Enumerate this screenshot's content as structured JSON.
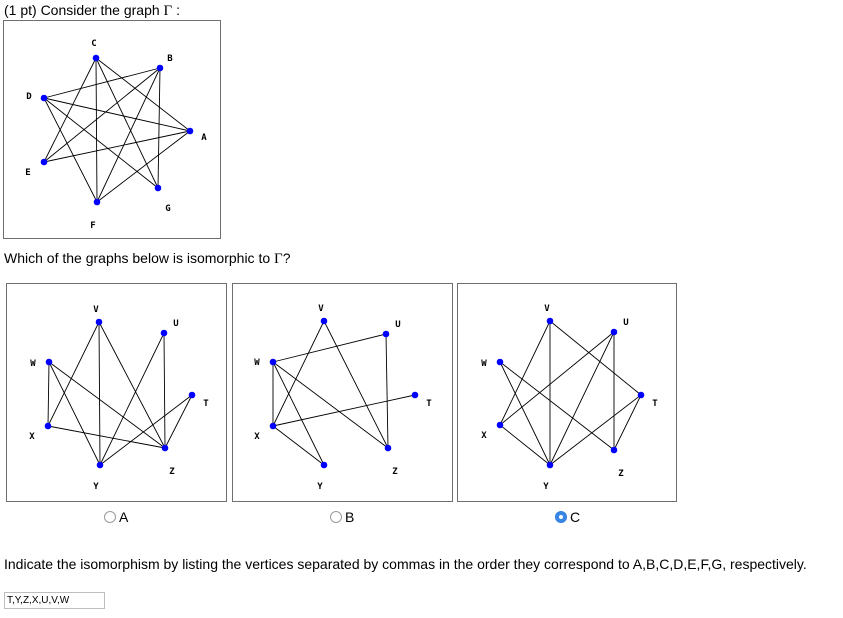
{
  "question": {
    "prefix": "(1 pt) Consider the graph",
    "gamma": "Γ",
    "suffix": " :",
    "which_prefix": "Which of the graphs below is isomorphic to",
    "which_gamma": "Γ",
    "which_suffix": "?",
    "instruction": "Indicate the isomorphism by listing the vertices separated by commas in the order they correspond to A,B,C,D,E,F,G, respectively."
  },
  "colors": {
    "vertex": "#0000ff",
    "edge": "#000000",
    "border": "#6f6f6f",
    "radio_checked": "#3a86e6"
  },
  "graphs": [
    {
      "id": "gamma",
      "vertices": [
        "A",
        "B",
        "C",
        "D",
        "E",
        "F",
        "G"
      ],
      "edges": [
        [
          "D",
          "B"
        ],
        [
          "D",
          "A"
        ],
        [
          "D",
          "F"
        ],
        [
          "D",
          "G"
        ],
        [
          "C",
          "F"
        ],
        [
          "C",
          "G"
        ],
        [
          "B",
          "E"
        ],
        [
          "B",
          "F"
        ],
        [
          "A",
          "E"
        ],
        [
          "A",
          "F"
        ],
        [
          "B",
          "G"
        ],
        [
          "A",
          "C"
        ],
        [
          "E",
          "C"
        ]
      ]
    },
    {
      "id": "option-a",
      "vertices": [
        "T",
        "U",
        "V",
        "W",
        "X",
        "Y",
        "Z"
      ],
      "edges": [
        [
          "T",
          "Y"
        ],
        [
          "T",
          "Z"
        ],
        [
          "V",
          "Y"
        ],
        [
          "V",
          "Z"
        ],
        [
          "U",
          "Y"
        ],
        [
          "U",
          "Z"
        ],
        [
          "W",
          "Y"
        ],
        [
          "W",
          "X"
        ],
        [
          "W",
          "Z"
        ],
        [
          "V",
          "X"
        ],
        [
          "X",
          "Z"
        ]
      ]
    },
    {
      "id": "option-b",
      "vertices": [
        "T",
        "U",
        "V",
        "W",
        "X",
        "Y",
        "Z"
      ],
      "edges": [
        [
          "W",
          "U"
        ],
        [
          "W",
          "Y"
        ],
        [
          "W",
          "X"
        ],
        [
          "W",
          "Z"
        ],
        [
          "V",
          "X"
        ],
        [
          "V",
          "Z"
        ],
        [
          "U",
          "Z"
        ],
        [
          "T",
          "X"
        ],
        [
          "X",
          "Y"
        ]
      ]
    },
    {
      "id": "option-c",
      "vertices": [
        "T",
        "U",
        "V",
        "W",
        "X",
        "Y",
        "Z"
      ],
      "edges": [
        [
          "V",
          "T"
        ],
        [
          "V",
          "X"
        ],
        [
          "V",
          "Y"
        ],
        [
          "U",
          "Y"
        ],
        [
          "U",
          "Z"
        ],
        [
          "U",
          "X"
        ],
        [
          "T",
          "Y"
        ],
        [
          "T",
          "Z"
        ],
        [
          "W",
          "Y"
        ],
        [
          "X",
          "Y"
        ],
        [
          "W",
          "Z"
        ]
      ]
    }
  ],
  "options": [
    {
      "label": "A",
      "selected": false
    },
    {
      "label": "B",
      "selected": false
    },
    {
      "label": "C",
      "selected": true
    }
  ],
  "answer": {
    "value": "T,Y,Z,X,U,V,W"
  }
}
